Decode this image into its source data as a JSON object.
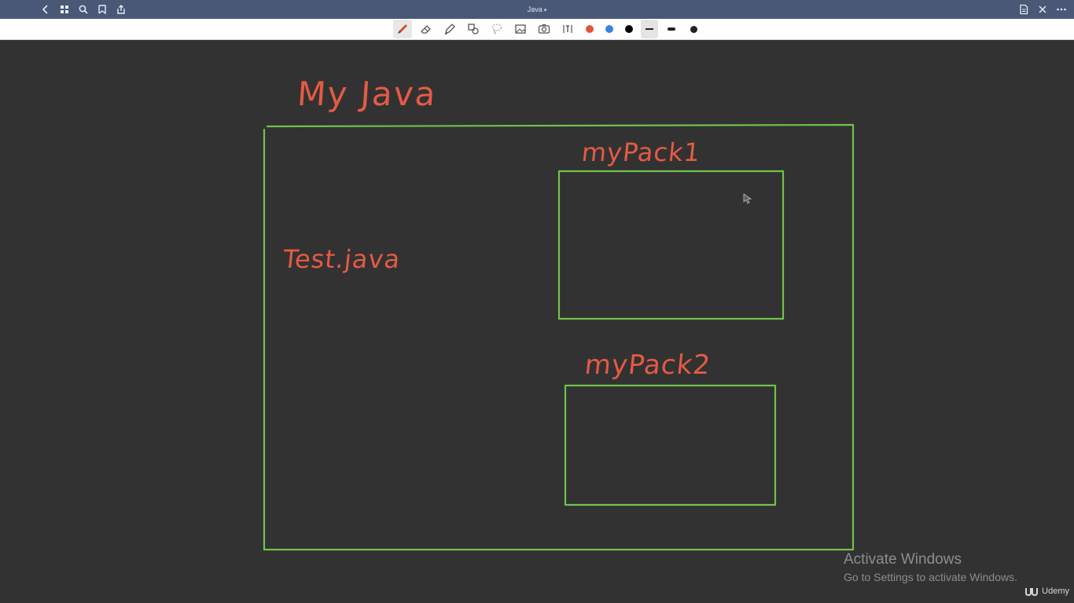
{
  "window": {
    "title": "Java",
    "left_icons": [
      "back-icon",
      "grid-view-icon",
      "search-icon",
      "bookmark-icon",
      "share-icon"
    ],
    "right_icons": [
      "document-icon",
      "close-icon",
      "more-icon"
    ]
  },
  "toolbar": {
    "tools": [
      "pen-icon",
      "eraser-icon",
      "highlighter-icon",
      "shapes-icon",
      "lasso-icon",
      "image-icon",
      "camera-icon",
      "text-icon"
    ],
    "active_tool": "pen-icon",
    "colors": [
      "#e5533d",
      "#3d7fe5",
      "#000000"
    ],
    "stroke_widths": [
      "thin",
      "medium",
      "thick"
    ],
    "active_stroke": "thin"
  },
  "canvas": {
    "background": "#323232",
    "ink_green": "#6fc24a",
    "ink_red": "#e55a44",
    "labels": {
      "project": "My Java",
      "file": "Test.java",
      "package1": "myPack1",
      "package2": "myPack2"
    }
  },
  "watermark": {
    "title": "Activate Windows",
    "subtitle": "Go to Settings to activate Windows."
  },
  "branding": {
    "logo_text": "Udemy"
  }
}
